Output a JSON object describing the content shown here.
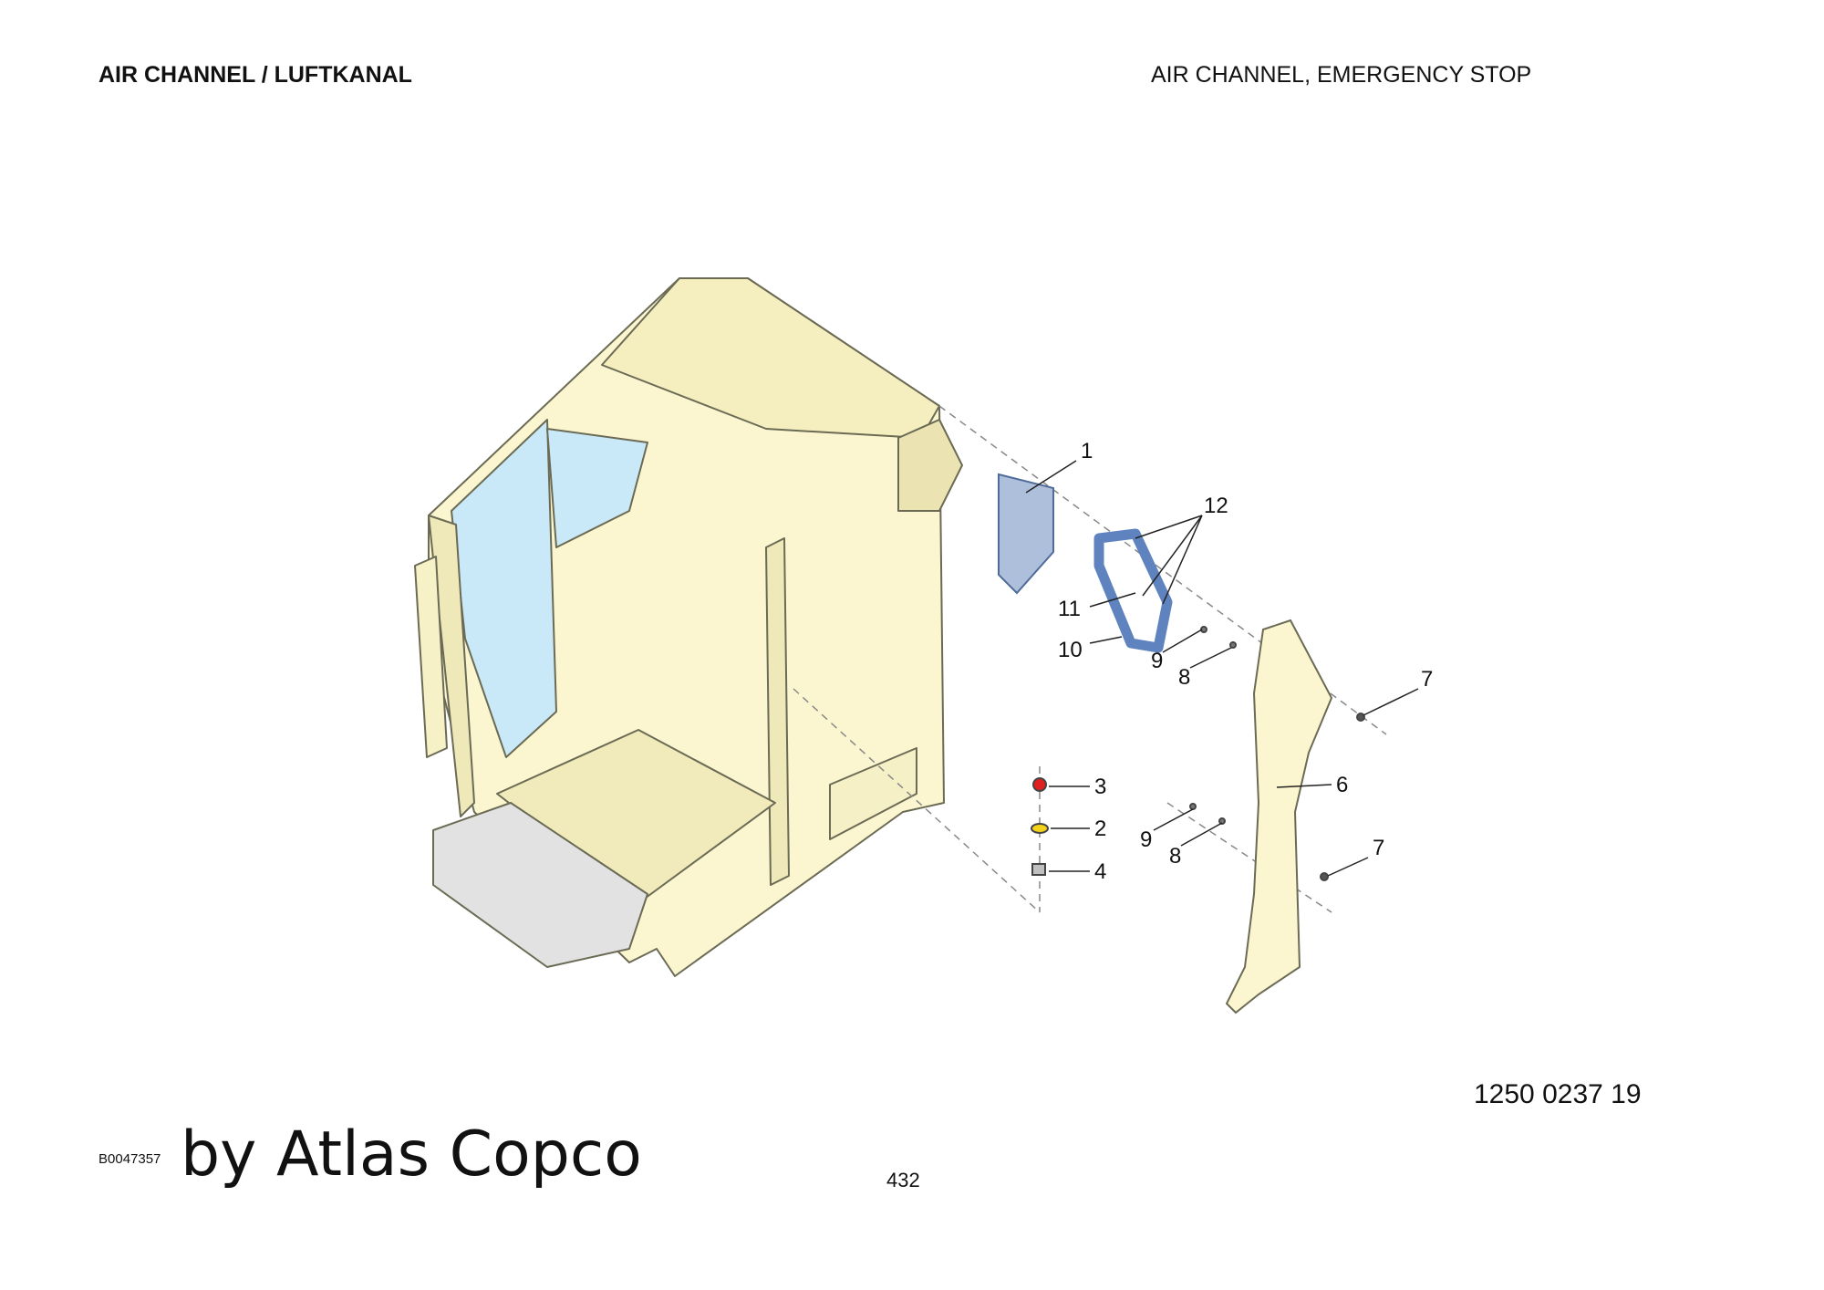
{
  "header": {
    "title_left": "AIR CHANNEL / LUFTKANAL",
    "title_right": "AIR CHANNEL, EMERGENCY STOP"
  },
  "diagram": {
    "callouts": [
      {
        "id": "c1",
        "label": "1"
      },
      {
        "id": "c12",
        "label": "12"
      },
      {
        "id": "c11",
        "label": "11"
      },
      {
        "id": "c10",
        "label": "10"
      },
      {
        "id": "c9a",
        "label": "9"
      },
      {
        "id": "c8a",
        "label": "8"
      },
      {
        "id": "c7a",
        "label": "7"
      },
      {
        "id": "c6",
        "label": "6"
      },
      {
        "id": "c3",
        "label": "3"
      },
      {
        "id": "c2",
        "label": "2"
      },
      {
        "id": "c4",
        "label": "4"
      },
      {
        "id": "c9b",
        "label": "9"
      },
      {
        "id": "c8b",
        "label": "8"
      },
      {
        "id": "c7b",
        "label": "7"
      }
    ],
    "colors": {
      "cab": "#fbf6d0",
      "outline": "#6b6b55",
      "glass": "#c9e9f8",
      "part_blue": "#9fb6d6",
      "button_red": "#e02020",
      "washer_yellow": "#f2d21a"
    }
  },
  "footer": {
    "part_number": "1250 0237 19",
    "image_code": "B0047357",
    "brand": "by Atlas Copco",
    "page_number": "432"
  }
}
